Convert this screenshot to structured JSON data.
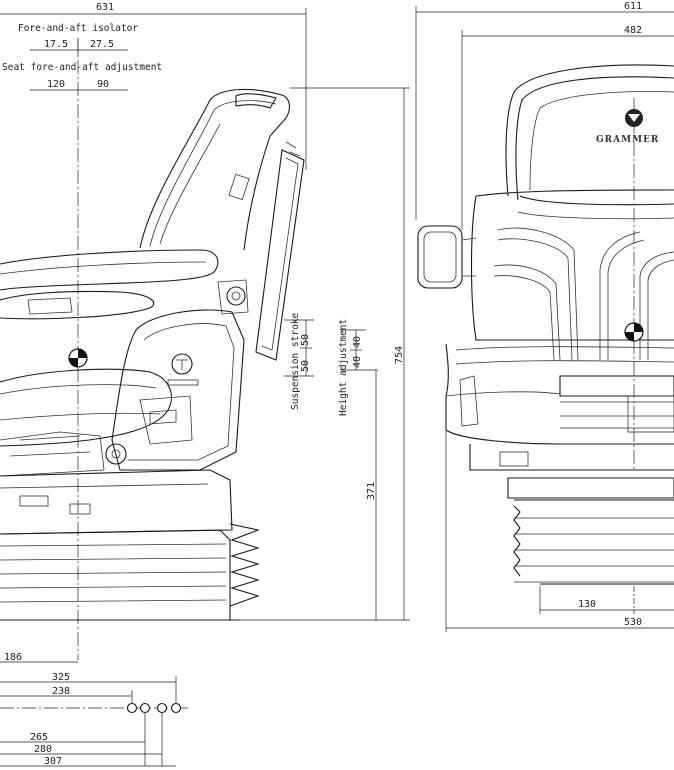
{
  "side_view": {
    "overall_width": "631",
    "fore_aft_isolator": {
      "label": "Fore-and-aft isolator",
      "values": [
        "17.5",
        "27.5"
      ]
    },
    "seat_fore_aft_adjustment": {
      "label": "Seat fore-and-aft adjustment",
      "values": [
        "120",
        "90"
      ]
    },
    "suspension_stroke": {
      "label": "Suspension stroke",
      "values": [
        "50",
        "50"
      ]
    },
    "height_adjustment": {
      "label": "Height adjustment",
      "values": [
        "40",
        "40"
      ]
    },
    "base_height": "371",
    "overall_height": "754",
    "front_offset": "186",
    "bottom_dims": [
      "325",
      "238",
      "265",
      "280",
      "307"
    ]
  },
  "front_view": {
    "overall_width": "611",
    "backrest_width": "482",
    "brand": "GRAMMER",
    "base_inner": "130",
    "base_outer": "530"
  }
}
